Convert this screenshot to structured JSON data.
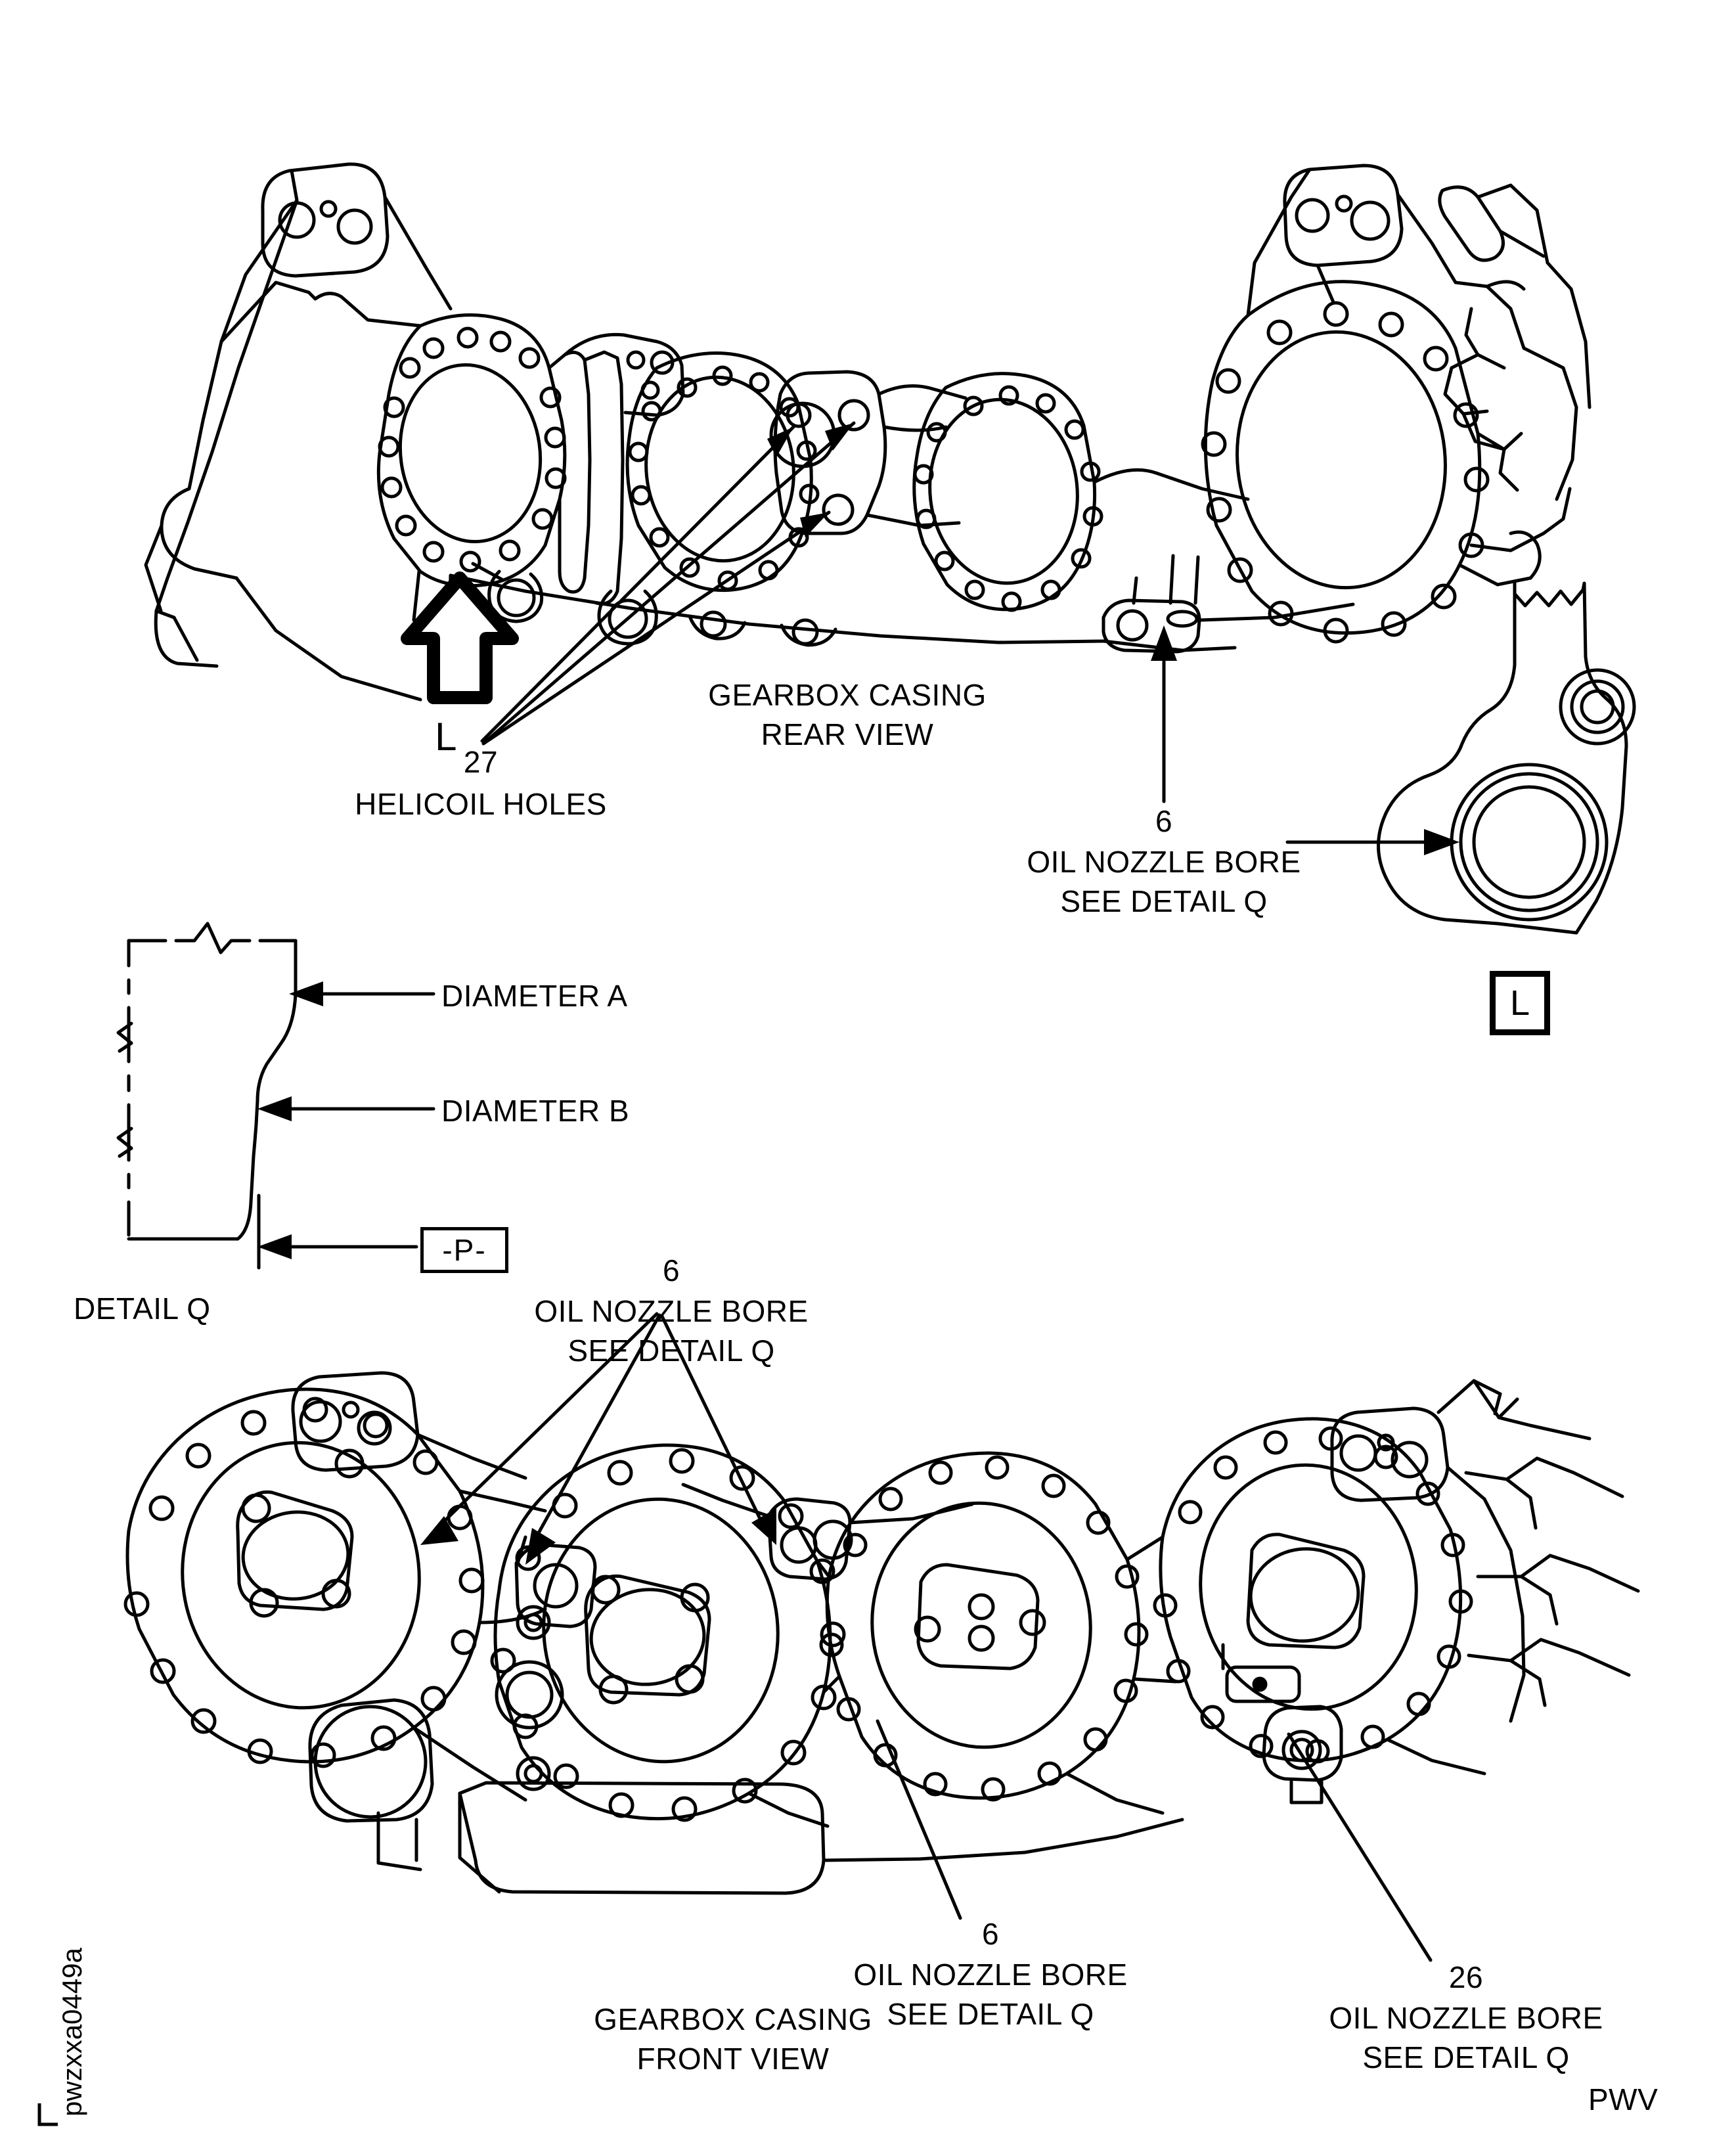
{
  "figure": {
    "id_vertical": "pwzxxa0449a",
    "code_bottom_right": "PWV",
    "type": "engineering-drawing",
    "subject": "Gearbox Casing"
  },
  "views": {
    "rear": {
      "title_line1": "GEARBOX CASING",
      "title_line2": "REAR VIEW",
      "direction_arrow_label": "L",
      "callouts": [
        {
          "number": "27",
          "text": "HELICOIL HOLES"
        },
        {
          "number": "6",
          "line1": "OIL NOZZLE BORE",
          "line2": "SEE DETAIL Q"
        }
      ]
    },
    "front": {
      "title_line1": "GEARBOX CASING",
      "title_line2": "FRONT VIEW",
      "callouts": [
        {
          "number": "6",
          "line1": "OIL NOZZLE BORE",
          "line2": "SEE DETAIL Q"
        },
        {
          "number": "6",
          "line1": "OIL NOZZLE BORE",
          "line2": "SEE DETAIL Q"
        },
        {
          "number": "26",
          "line1": "OIL NOZZLE BORE",
          "line2": "SEE DETAIL Q"
        }
      ]
    },
    "detail_L": {
      "box_label": "L"
    },
    "detail_Q": {
      "title": "DETAIL Q",
      "annotations": [
        {
          "label": "DIAMETER A"
        },
        {
          "label": "DIAMETER B"
        }
      ],
      "datum_box": "-P-"
    }
  },
  "colors": {
    "line": "#000000",
    "background": "#ffffff"
  }
}
